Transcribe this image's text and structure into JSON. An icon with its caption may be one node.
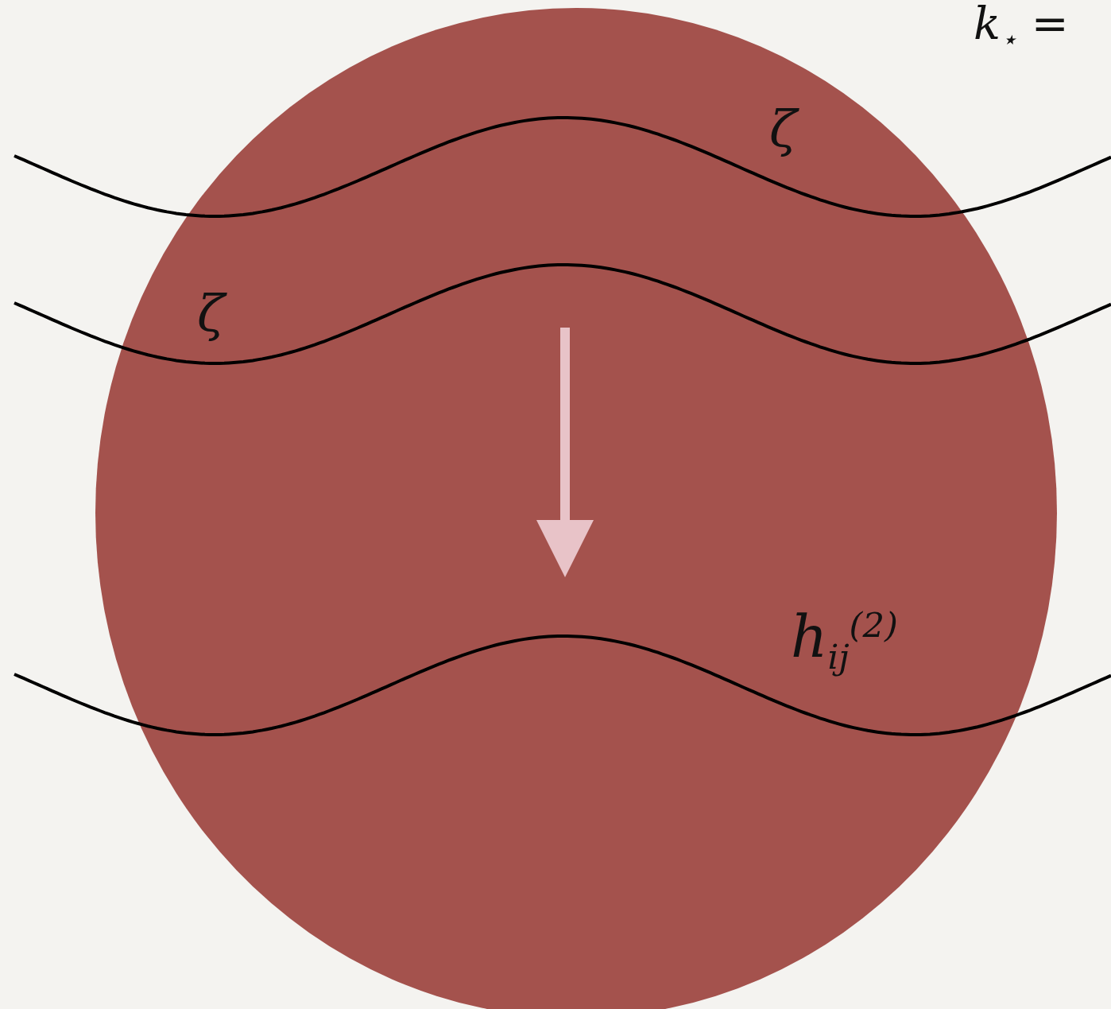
{
  "diagram": {
    "labels": [
      "k$_{⋆}$ =",
      "ζ",
      "ζ",
      "h$_{ij}$$^{(2)}$"
    ]
  }
}
